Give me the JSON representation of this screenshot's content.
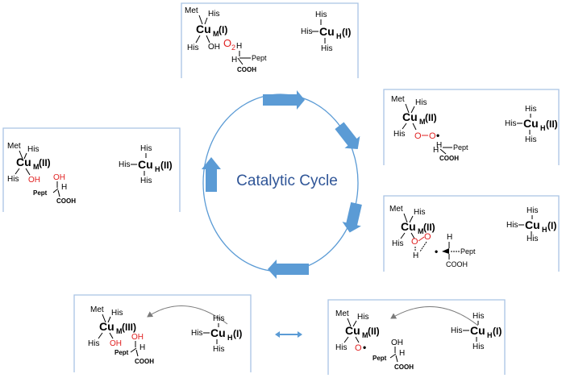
{
  "title": "Catalytic Cycle",
  "labels": {
    "met": "Met",
    "his": "His",
    "oh": "OH",
    "o2": "O",
    "two": "2",
    "pept": "Pept",
    "cooh": "COOH",
    "h": "H",
    "o": "O",
    "dot": "•",
    "cu": "Cu",
    "m": "M",
    "hsub": "H",
    "i": "(I)",
    "ii": "(II)",
    "iii": "(III)"
  },
  "colors": {
    "arrow": "#5b9bd5",
    "circle": "#5b9bd5",
    "title": "#2f5597",
    "oxygen": "#e02020",
    "box_edge": "#a9c4e4"
  },
  "panels": [
    "top",
    "right-1",
    "right-2",
    "left",
    "bottom-left",
    "bottom-right"
  ]
}
